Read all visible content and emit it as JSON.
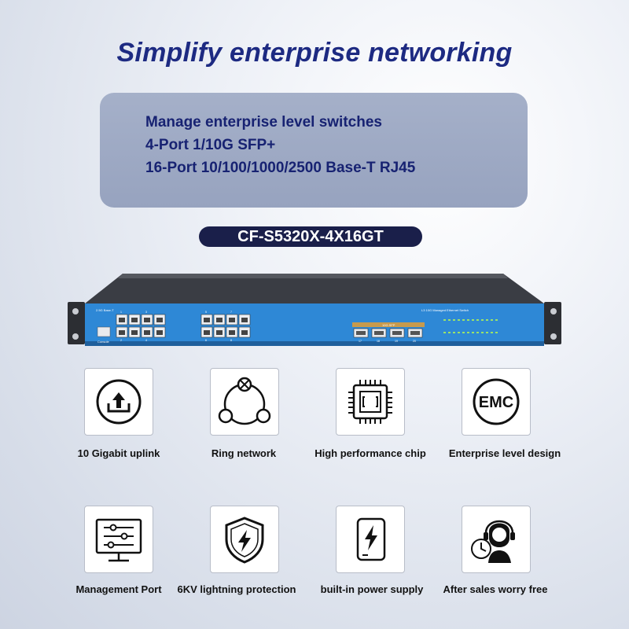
{
  "heading": "Simplify enterprise networking",
  "spec_lines": [
    "Manage enterprise level switches",
    "4-Port 1/10G SFP+",
    "16-Port 10/100/1000/2500 Base-T RJ45"
  ],
  "model": "CF-S5320X-4X16GT",
  "switch": {
    "left_panel_label": "2.5G Base-T",
    "right_panel_label": "L3 10G Managed Ethernet Switch",
    "sfp_label": "10G SFP",
    "console_label": "Console",
    "top_port_numbers": [
      "1",
      "3",
      "5",
      "7",
      "9",
      "11",
      "13",
      "15"
    ],
    "bottom_port_numbers": [
      "2",
      "4",
      "6",
      "8",
      "10",
      "12",
      "14",
      "16"
    ],
    "sfp_port_numbers": [
      "17",
      "18",
      "19",
      "20"
    ]
  },
  "features_row1": [
    {
      "label": "10 Gigabit uplink",
      "icon": "upload-icon"
    },
    {
      "label": "Ring network",
      "icon": "ring-network-icon"
    },
    {
      "label": "High performance chip",
      "icon": "chip-icon"
    },
    {
      "label": "Enterprise level design",
      "icon": "emc-icon"
    }
  ],
  "features_row2": [
    {
      "label": "Management Port",
      "icon": "management-monitor-icon"
    },
    {
      "label": "6KV lightning protection",
      "icon": "lightning-shield-icon"
    },
    {
      "label": "built-in power supply",
      "icon": "power-supply-icon"
    },
    {
      "label": "After sales worry free",
      "icon": "support-agent-icon"
    }
  ],
  "emc_text": "EMC",
  "colors": {
    "title": "#1d2a82",
    "switch_blue": "#2e88d6",
    "sfp_bar": "#c79a4d"
  }
}
